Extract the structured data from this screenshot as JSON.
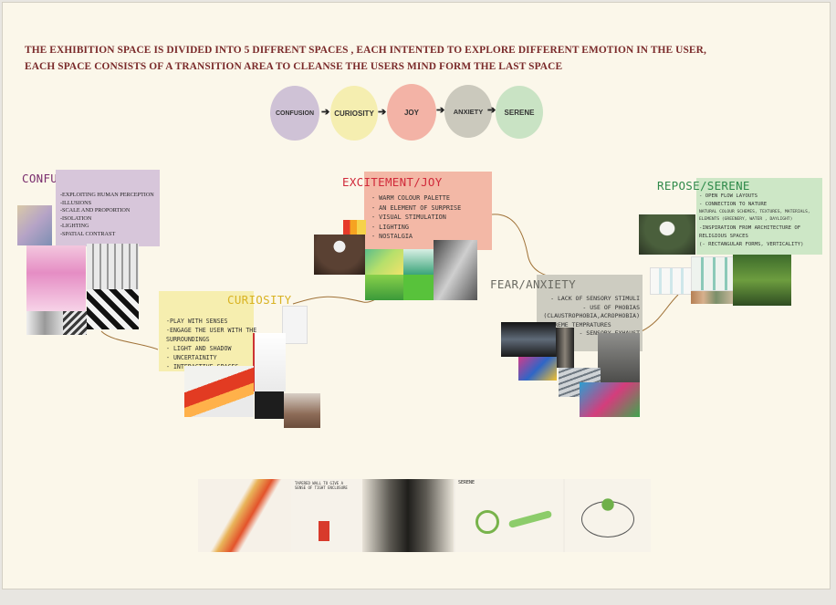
{
  "intro": {
    "line1": "THE EXHIBITION SPACE IS DIVIDED INTO 5 DIFFRENT SPACES , EACH INTENTED TO EXPLORE DIFFERENT EMOTION IN THE USER,",
    "line2": "EACH SPACE CONSISTS OF A TRANSITION AREA TO CLEANSE THE USERS MIND FORM THE LAST SPACE"
  },
  "flow": [
    {
      "label": "CONFUSION",
      "color": "#cfc2d6"
    },
    {
      "label": "CURIOSITY",
      "color": "#f5eeb0"
    },
    {
      "label": "JOY",
      "color": "#f3b3a6"
    },
    {
      "label": "ANXIETY",
      "color": "#cbc9bd"
    },
    {
      "label": "SERENE",
      "color": "#c9e3c4"
    }
  ],
  "confusion": {
    "title": "CONFUSION",
    "title_color": "#7a2e6e",
    "items": [
      "-EXPLOITING HUMAN PERCEPTION",
      "-ILLUSIONS",
      "-SCALE AND PROPORTION",
      "-ISOLATION",
      "-LIGHTING",
      "-SPATIAL CONTRAST"
    ]
  },
  "curiosity": {
    "title": "CURIOSITY",
    "title_color": "#d9b324",
    "items": [
      "-PLAY WITH SENSES",
      "-ENGAGE THE USER WITH THE",
      "SURROUNDINGS",
      "- LIGHT AND SHADOW",
      "- UNCERTAINITY",
      "- INTERACTIVE SPACES"
    ]
  },
  "joy": {
    "title": "EXCITEMENT/JOY",
    "title_color": "#d0293a",
    "items": [
      "- WARM COLOUR PALETTE",
      "- AN ELEMENT OF SURPRISE",
      "- VISUAL STIMULATION",
      "- LIGHTING",
      "- NOSTALGIA"
    ]
  },
  "anxiety": {
    "title": "FEAR/ANXIETY",
    "title_color": "#6a6a62",
    "items": [
      "- LACK OF SENSORY STIMULI",
      "- USE OF PHOBIAS",
      "(CLAUSTROPHOBIA,ACROPHOBIA)",
      "EXTREME TEMPRATURES",
      "- SENSORY EXHAUST"
    ]
  },
  "serene": {
    "title": "REPOSE/SERENE",
    "title_color": "#2f8a4a",
    "items": [
      "- OPEN FLOW LAYOUTS",
      "- CONNECTION TO NATURE",
      "NATURAL COLOUR SCHEMES, TEXTURES, MATERIALS,",
      "ELEMENTS (GREENERY, WATER , DAYLIGHT)",
      "-INSPIRATION FROM ARCHITECTURE OF",
      "RELIGIOUS SPACES",
      "(- RECTANGULAR FORMS, VERTICALITY)"
    ]
  },
  "sketch_notes": {
    "note1": "TAPERED WALL TO GIVE A SENSE OF TIGHT ENCLOSURE",
    "note2": "SERENE"
  }
}
